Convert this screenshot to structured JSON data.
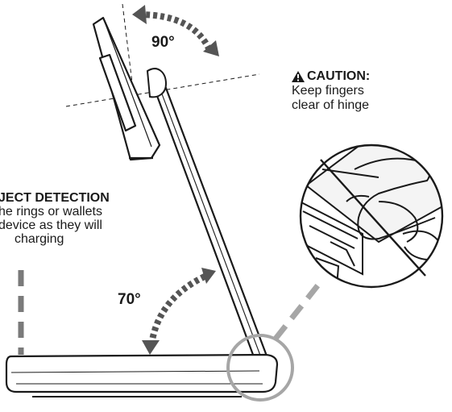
{
  "annotations": {
    "angle_top": "90°",
    "angle_bottom": "70°",
    "caution": {
      "title": "CAUTION:",
      "line1": "Keep fingers",
      "line2": "clear of hinge"
    },
    "detection": {
      "title": "JECT DETECTION",
      "line1": "he rings or wallets",
      "line2": "device as they will",
      "line3": "charging"
    }
  },
  "icons": {
    "caution": "warning-triangle-icon",
    "no_symbol": "prohibition-slash-icon"
  },
  "colors": {
    "line": "#1a1a1a",
    "dashed_gray": "#7a7a7a",
    "ring_gray": "#a6a6a6",
    "arrow": "#555555"
  }
}
